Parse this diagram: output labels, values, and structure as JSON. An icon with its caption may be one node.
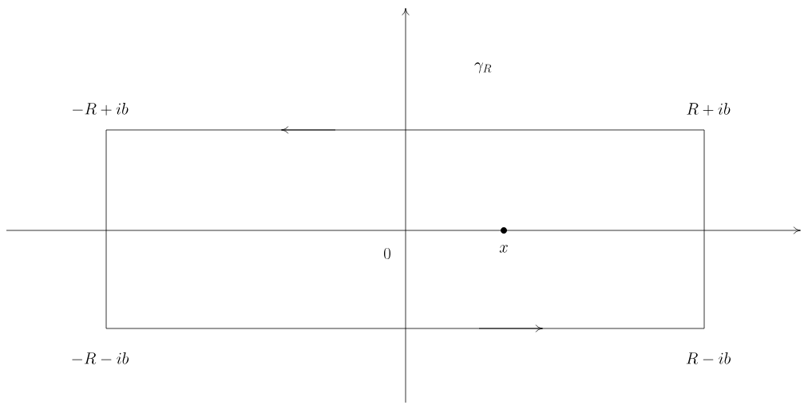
{
  "diagram": {
    "labels": [
      "\\gamma_R",
      "-R+ib",
      "R+ib",
      "0",
      "x",
      "-R-ib",
      "R-ib"
    ]
  }
}
